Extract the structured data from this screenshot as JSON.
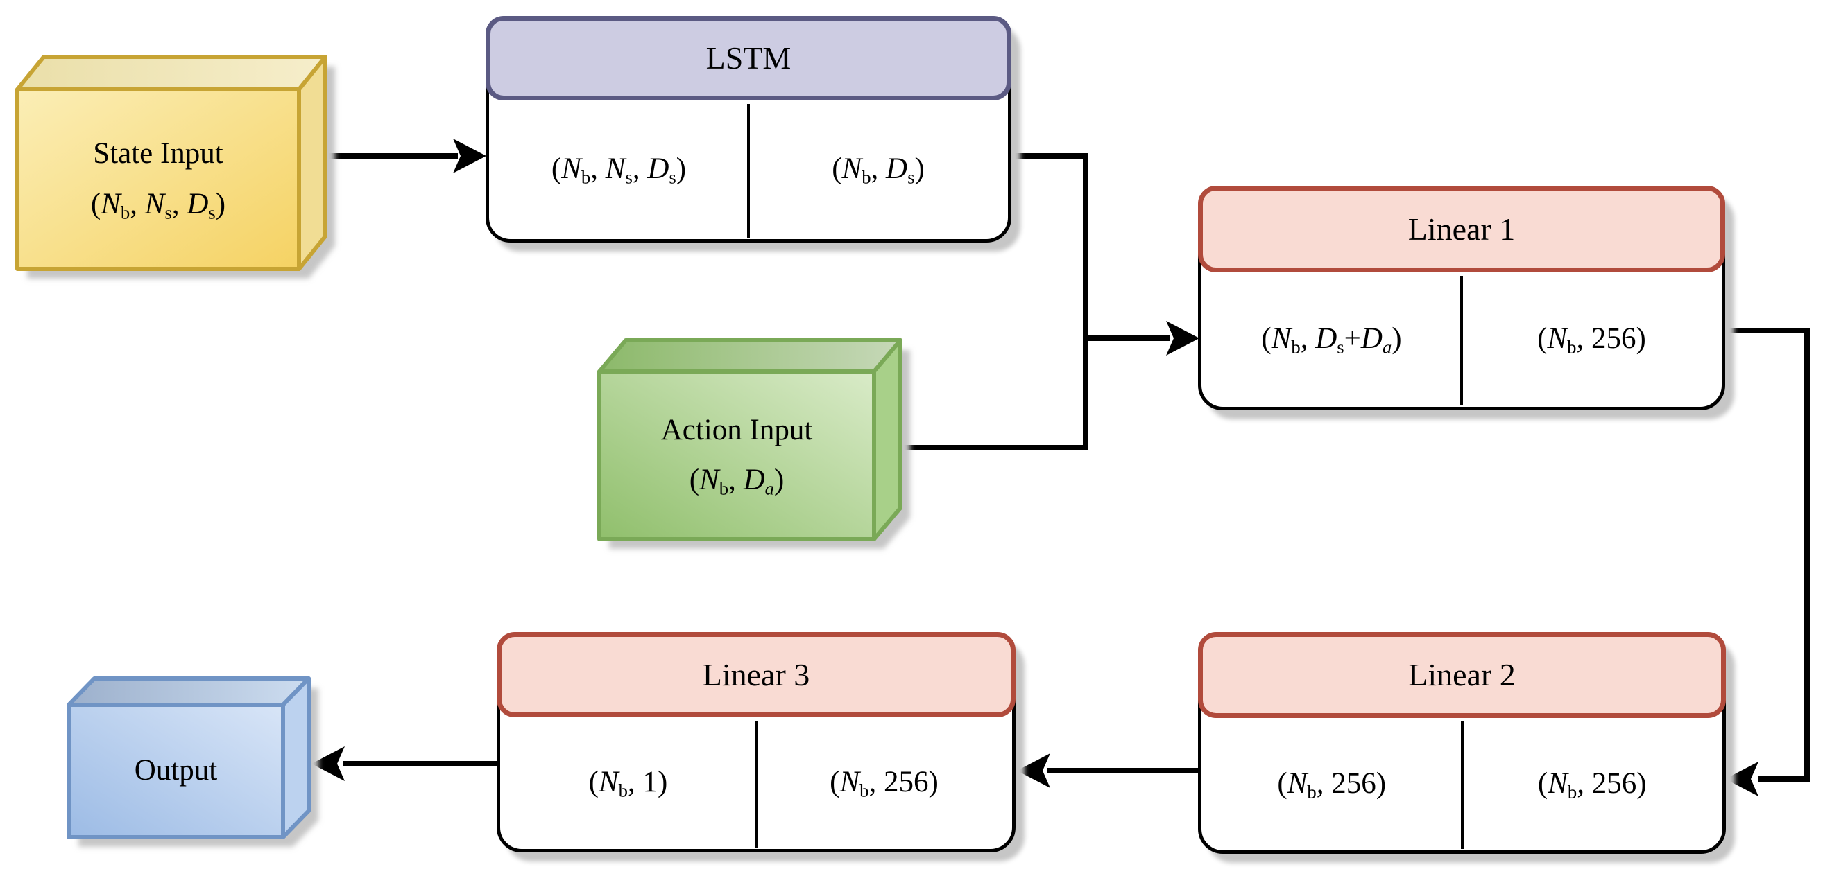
{
  "styles": {
    "background": "#ffffff",
    "line": "#000000",
    "text": "#000000",
    "block_fill": "#ffffff",
    "block_border": "#000000",
    "shadow": "#c6c6c6"
  },
  "blocks": [
    {
      "id": "lstm",
      "label": "LSTM",
      "header_fill": "#cdcce2",
      "header_border": "#5b5a83",
      "cells": [
        {
          "parts": [
            {
              "t": "(",
              "s": "n"
            },
            {
              "t": "N",
              "s": "i"
            },
            {
              "t": "b",
              "s": "sub"
            },
            {
              "t": ", ",
              "s": "n"
            },
            {
              "t": "N",
              "s": "i"
            },
            {
              "t": "s",
              "s": "sub"
            },
            {
              "t": ", ",
              "s": "n"
            },
            {
              "t": "D",
              "s": "i"
            },
            {
              "t": "s",
              "s": "sub"
            },
            {
              "t": ")",
              "s": "n"
            }
          ]
        },
        {
          "parts": [
            {
              "t": "(",
              "s": "n"
            },
            {
              "t": "N",
              "s": "i"
            },
            {
              "t": "b",
              "s": "sub"
            },
            {
              "t": ", ",
              "s": "n"
            },
            {
              "t": "D",
              "s": "i"
            },
            {
              "t": "s",
              "s": "sub"
            },
            {
              "t": ")",
              "s": "n"
            }
          ]
        }
      ]
    },
    {
      "id": "linear1",
      "label": "Linear 1",
      "header_fill": "#f9dbd3",
      "header_border": "#b14b3c",
      "cells": [
        {
          "parts": [
            {
              "t": "(",
              "s": "n"
            },
            {
              "t": "N",
              "s": "i"
            },
            {
              "t": "b",
              "s": "sub"
            },
            {
              "t": ", ",
              "s": "n"
            },
            {
              "t": "D",
              "s": "i"
            },
            {
              "t": "s",
              "s": "sub"
            },
            {
              "t": "+",
              "s": "n"
            },
            {
              "t": "D",
              "s": "i"
            },
            {
              "t": "a",
              "s": "subi"
            },
            {
              "t": ")",
              "s": "n"
            }
          ]
        },
        {
          "parts": [
            {
              "t": "(",
              "s": "n"
            },
            {
              "t": "N",
              "s": "i"
            },
            {
              "t": "b",
              "s": "sub"
            },
            {
              "t": ", 256)",
              "s": "n"
            }
          ]
        }
      ]
    },
    {
      "id": "linear2",
      "label": "Linear 2",
      "header_fill": "#f9dbd3",
      "header_border": "#b14b3c",
      "cells": [
        {
          "parts": [
            {
              "t": "(",
              "s": "n"
            },
            {
              "t": "N",
              "s": "i"
            },
            {
              "t": "b",
              "s": "sub"
            },
            {
              "t": ", 256)",
              "s": "n"
            }
          ]
        },
        {
          "parts": [
            {
              "t": "(",
              "s": "n"
            },
            {
              "t": "N",
              "s": "i"
            },
            {
              "t": "b",
              "s": "sub"
            },
            {
              "t": ", 256)",
              "s": "n"
            }
          ]
        }
      ]
    },
    {
      "id": "linear3",
      "label": "Linear 3",
      "header_fill": "#f9dbd3",
      "header_border": "#b14b3c",
      "cells": [
        {
          "parts": [
            {
              "t": "(",
              "s": "n"
            },
            {
              "t": "N",
              "s": "i"
            },
            {
              "t": "b",
              "s": "sub"
            },
            {
              "t": ", 1)",
              "s": "n"
            }
          ]
        },
        {
          "parts": [
            {
              "t": "(",
              "s": "n"
            },
            {
              "t": "N",
              "s": "i"
            },
            {
              "t": "b",
              "s": "sub"
            },
            {
              "t": ", 256)",
              "s": "n"
            }
          ]
        }
      ]
    }
  ],
  "cubes": [
    {
      "id": "state-input",
      "label": "State Input",
      "border": "#c7a434",
      "front_light": "#fbeeb6",
      "front_dark": "#f5d263",
      "top_dark": "#eadfa9",
      "top_light": "#f6eecb",
      "side_fill": "#f1dd94",
      "dims": [
        {
          "t": "(",
          "s": "n"
        },
        {
          "t": "N",
          "s": "i"
        },
        {
          "t": "b",
          "s": "sub"
        },
        {
          "t": ", ",
          "s": "n"
        },
        {
          "t": "N",
          "s": "i"
        },
        {
          "t": "s",
          "s": "sub"
        },
        {
          "t": ", ",
          "s": "n"
        },
        {
          "t": "D",
          "s": "i"
        },
        {
          "t": "s",
          "s": "sub"
        },
        {
          "t": ")",
          "s": "n"
        }
      ]
    },
    {
      "id": "action-input",
      "label": "Action Input",
      "border": "#7aa957",
      "front_light": "#d9ebc8",
      "front_dark": "#90bf6c",
      "top_dark": "#8cb96a",
      "top_light": "#c6d8b8",
      "side_fill": "#a8d089",
      "dims": [
        {
          "t": "(",
          "s": "n"
        },
        {
          "t": "N",
          "s": "i"
        },
        {
          "t": "b",
          "s": "sub"
        },
        {
          "t": ", ",
          "s": "n"
        },
        {
          "t": "D",
          "s": "i"
        },
        {
          "t": "a",
          "s": "subi"
        },
        {
          "t": ")",
          "s": "n"
        }
      ]
    },
    {
      "id": "output",
      "label": "Output",
      "border": "#7094c5",
      "front_light": "#d8e5f7",
      "front_dark": "#9cbbe5",
      "top_dark": "#9cb0cc",
      "top_light": "#cdddf0",
      "side_fill": "#bcd2ef",
      "dims": []
    }
  ]
}
